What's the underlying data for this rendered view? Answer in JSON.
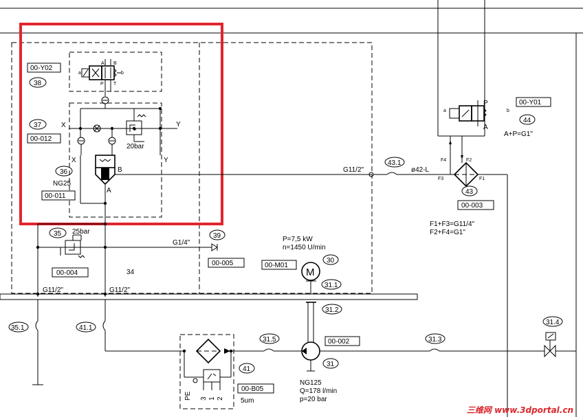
{
  "highlight_color": "#e0262e",
  "watermark": {
    "cn": "三维网",
    "url": "www.3dportal.cn",
    "color": "#d9262b"
  },
  "items": {
    "valve38": {
      "num": "38",
      "code": "00-Y02"
    },
    "valve37": {
      "num": "37",
      "code": "00-012"
    },
    "valve36": {
      "num": "36",
      "code": "00-011",
      "size": "NG25"
    },
    "relief": {
      "pressure": "20bar"
    },
    "valve35": {
      "num": "35",
      "code": "00-004",
      "pressure": "25bar"
    },
    "port39": {
      "num": "39",
      "code": "00-005",
      "thread": "G1/4\""
    },
    "item34": {
      "num": "34"
    },
    "motor": {
      "num": "30",
      "code": "00-M01",
      "power": "P=7,5 kW",
      "speed": "n=1450 U/min",
      "symbol": "M"
    },
    "item31_1": {
      "num": "31.1"
    },
    "item31_2": {
      "num": "31.2"
    },
    "pump": {
      "num": "31",
      "code": "00-002",
      "size": "NG125",
      "flow": "Q=178 l/min",
      "pressure": "p=20 bar"
    },
    "item31_3": {
      "num": "31.3"
    },
    "item31_4": {
      "num": "31.4"
    },
    "item31_5": {
      "num": "31.5"
    },
    "item35_1": {
      "num": "35.1"
    },
    "item41_1": {
      "num": "41.1"
    },
    "filter41": {
      "num": "41",
      "code": "00-B05",
      "mesh": "5um",
      "pe": "PE",
      "pins": [
        "3",
        "1",
        "2"
      ]
    },
    "item43_1": {
      "num": "43.1"
    },
    "pipe": {
      "diameter": "ø42-L"
    },
    "block43": {
      "num": "43",
      "code": "00-003",
      "rule1": "F1+F3=G11/4\"",
      "rule2": "F2+F4=G1\""
    },
    "valve44": {
      "num": "44",
      "code": "00-Y01",
      "rule": "A+P=G1\""
    }
  },
  "ports": {
    "g11_2": "G11/2\"",
    "a": "A",
    "b": "B",
    "p": "P",
    "t": "T",
    "x": "X",
    "y": "Y",
    "a_small": "a",
    "b_small": "b",
    "f1": "F1",
    "f2": "F2",
    "f3": "F3",
    "f4": "F4"
  }
}
